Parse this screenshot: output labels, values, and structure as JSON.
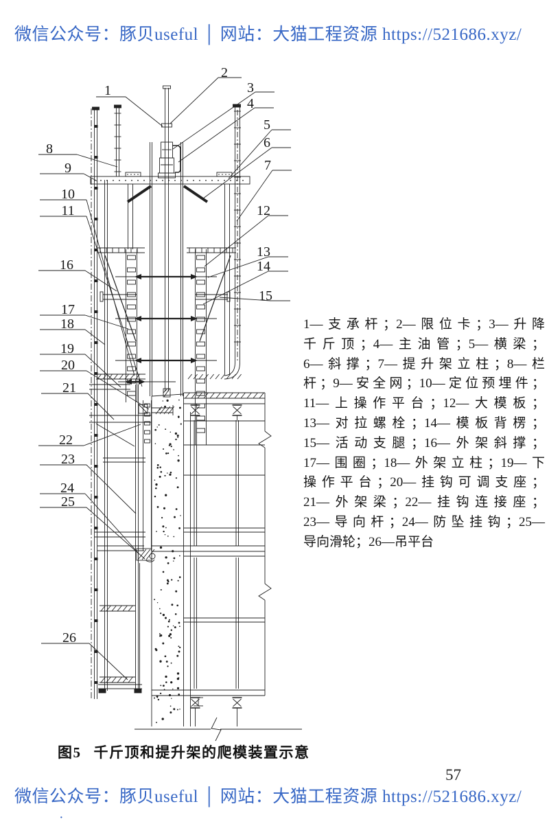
{
  "watermark": {
    "header": "微信公众号：豚贝useful │ 网站：大猫工程资源 https://521686.xyz/",
    "footer": "微信公众号：豚贝useful │ 网站：大猫工程资源 https://521686.xyz/",
    "stray_mark": "·"
  },
  "page_number": "57",
  "figure": {
    "caption_label": "图5",
    "caption_title": "千斤顶和提升架的爬模装置示意"
  },
  "legend": {
    "lines": [
      "1—支承杆；2—限位卡；3—升降",
      "千斤顶；4—主油管；5—横梁；",
      "6—斜撑；7—提升架立柱；8—栏",
      "杆；9—安全网；10—定位预埋件；",
      "11—上操作平台；12—大模板；",
      "13—对拉螺栓；14—模板背楞；",
      "15—活动支腿；16—外架斜撑；",
      "17—围圈；18—外架立柱；19—下",
      "操作平台；20—挂钩可调支座；",
      "21—外架梁；22—挂钩连接座；",
      "23—导向杆；24—防坠挂钩；25—",
      "导向滑轮；26—吊平台"
    ]
  },
  "diagram": {
    "callouts": [
      "1",
      "2",
      "3",
      "4",
      "5",
      "6",
      "7",
      "8",
      "9",
      "10",
      "11",
      "12",
      "13",
      "14",
      "15",
      "16",
      "17",
      "18",
      "19",
      "20",
      "21",
      "22",
      "23",
      "24",
      "25",
      "26"
    ]
  },
  "colors": {
    "watermark_blue": "#3767c5",
    "ink": "#202020",
    "paper": "#ffffff"
  }
}
